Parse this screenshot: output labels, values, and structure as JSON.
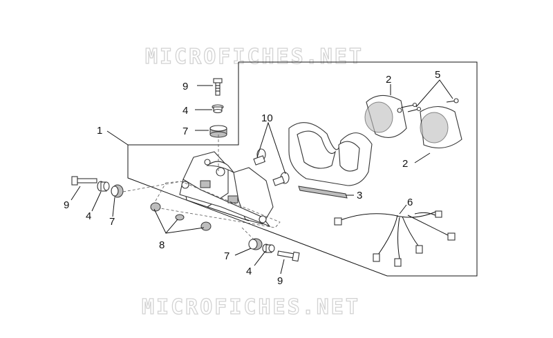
{
  "watermark": {
    "top": "MICROFICHES.NET",
    "bottom": "MICROFICHES.NET"
  },
  "callouts": [
    {
      "id": "c1",
      "text": "1"
    },
    {
      "id": "c2a",
      "text": "2"
    },
    {
      "id": "c2b",
      "text": "2"
    },
    {
      "id": "c3",
      "text": "3"
    },
    {
      "id": "c4a",
      "text": "4"
    },
    {
      "id": "c4b",
      "text": "4"
    },
    {
      "id": "c4c",
      "text": "4"
    },
    {
      "id": "c5",
      "text": "5"
    },
    {
      "id": "c6",
      "text": "6"
    },
    {
      "id": "c7a",
      "text": "7"
    },
    {
      "id": "c7b",
      "text": "7"
    },
    {
      "id": "c7c",
      "text": "7"
    },
    {
      "id": "c8",
      "text": "8"
    },
    {
      "id": "c9a",
      "text": "9"
    },
    {
      "id": "c9b",
      "text": "9"
    },
    {
      "id": "c9c",
      "text": "9"
    },
    {
      "id": "c10",
      "text": "10"
    }
  ]
}
